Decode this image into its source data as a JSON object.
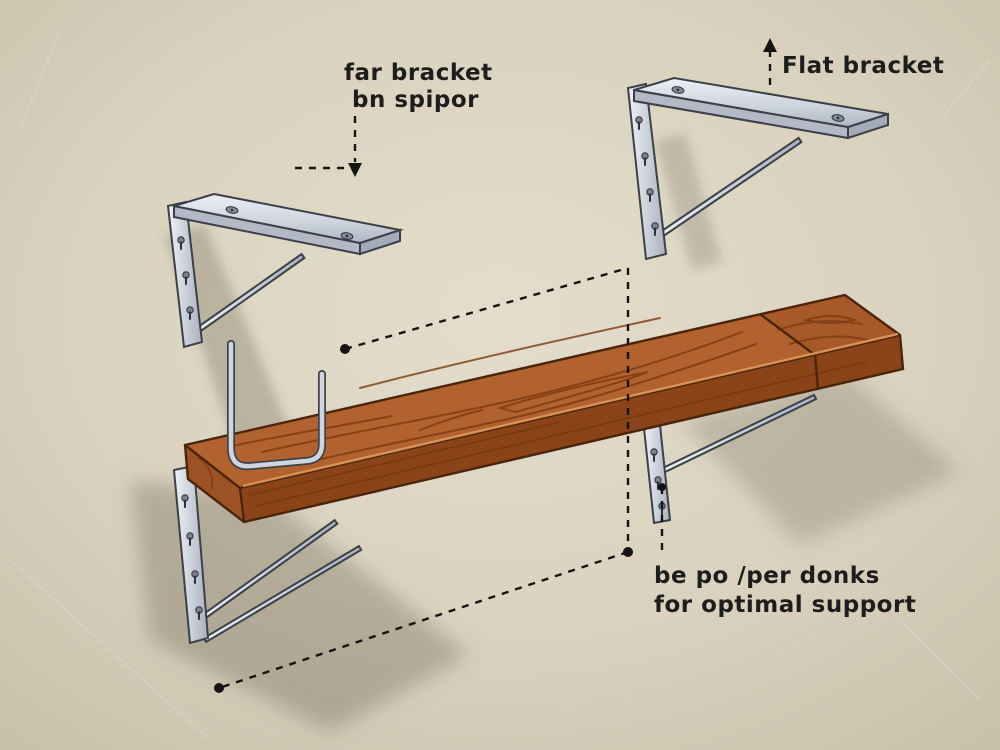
{
  "diagram": {
    "type": "shelf-bracket-installation-illustration",
    "labels": {
      "top_left_line1": "far bracket",
      "top_left_line2": "bn spipor",
      "top_right": "Flat bracket",
      "bottom_right_line1": "be po /per donks",
      "bottom_right_line2": "for optimal support"
    },
    "colors": {
      "background": "#dcd4c1",
      "wood_top": "#b2622e",
      "wood_top_right_segment": "#a8592a",
      "wood_front": "#8a4417",
      "wood_end": "#9d5226",
      "wood_outline": "#4a250c",
      "wood_grain": "#7c3a12",
      "wood_highlight": "#e09a5e",
      "metal_light": "#eef1f6",
      "metal": "#ccd2db",
      "metal_dark": "#aab1bd",
      "metal_outline": "#3c4048",
      "annotation": "#141414",
      "label_text": "#1d1d1d",
      "shadow": "rgba(95,88,70,0.32)"
    }
  }
}
